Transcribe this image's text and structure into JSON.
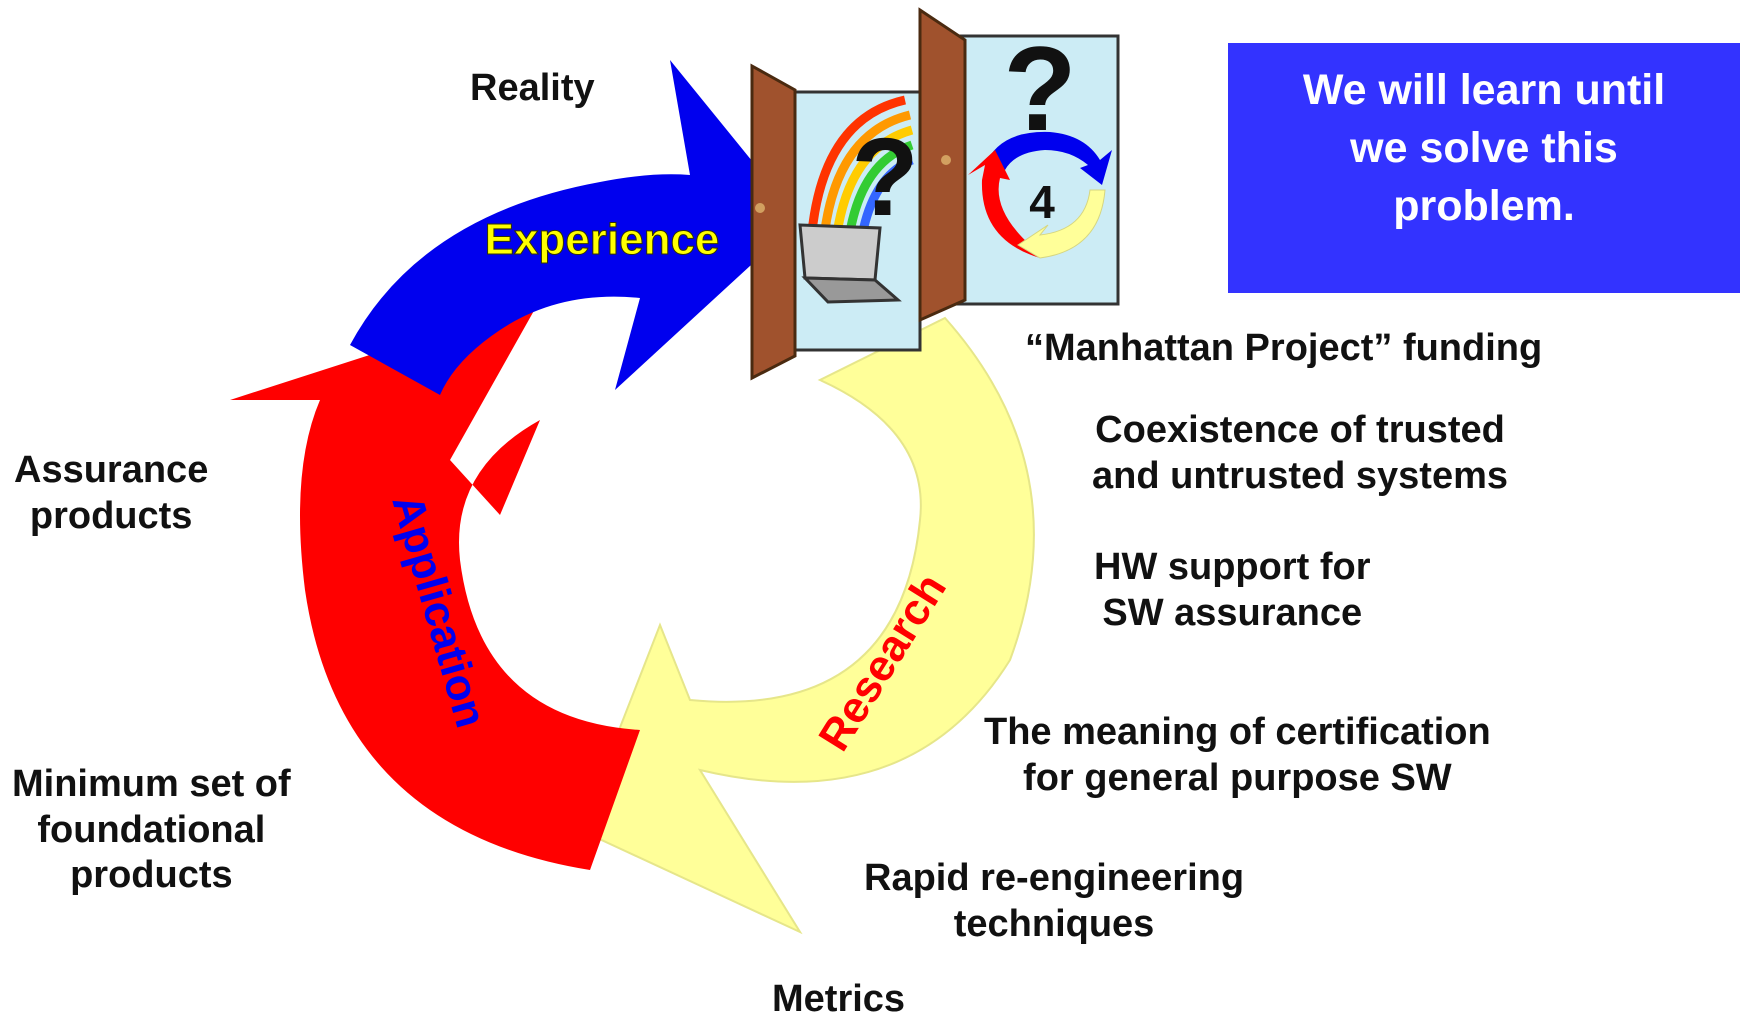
{
  "cycle": {
    "experience_label": "Experience",
    "application_label": "Application",
    "research_label": "Research",
    "colors": {
      "experience": "#0000ee",
      "application": "#ff0000",
      "research": "#ffff99",
      "experience_text": "#ffff00",
      "application_text": "#0000ee",
      "research_text": "#ff0000"
    }
  },
  "labels": {
    "reality": "Reality",
    "assurance_line1": "Assurance",
    "assurance_line2": "products",
    "minimum_line1": "Minimum set of",
    "minimum_line2": "foundational",
    "minimum_line3": "products",
    "metrics": "Metrics"
  },
  "research_items": [
    {
      "lines": [
        "“Manhattan Project” funding"
      ]
    },
    {
      "lines": [
        "Coexistence of trusted",
        "and untrusted systems"
      ]
    },
    {
      "lines": [
        "HW support for",
        "SW assurance"
      ]
    },
    {
      "lines": [
        "The meaning of certification",
        "for general purpose SW"
      ]
    },
    {
      "lines": [
        "Rapid re-engineering",
        "techniques"
      ]
    }
  ],
  "goal_box": {
    "line1": "We will learn until",
    "line2": "we solve this",
    "line3": "problem.",
    "color": "#3333ff"
  },
  "door_clipart": {
    "icons": [
      "door-icon",
      "rainbow-icon",
      "laptop-icon",
      "question-mark-icon",
      "mini-cycle-icon"
    ],
    "number": "4"
  }
}
